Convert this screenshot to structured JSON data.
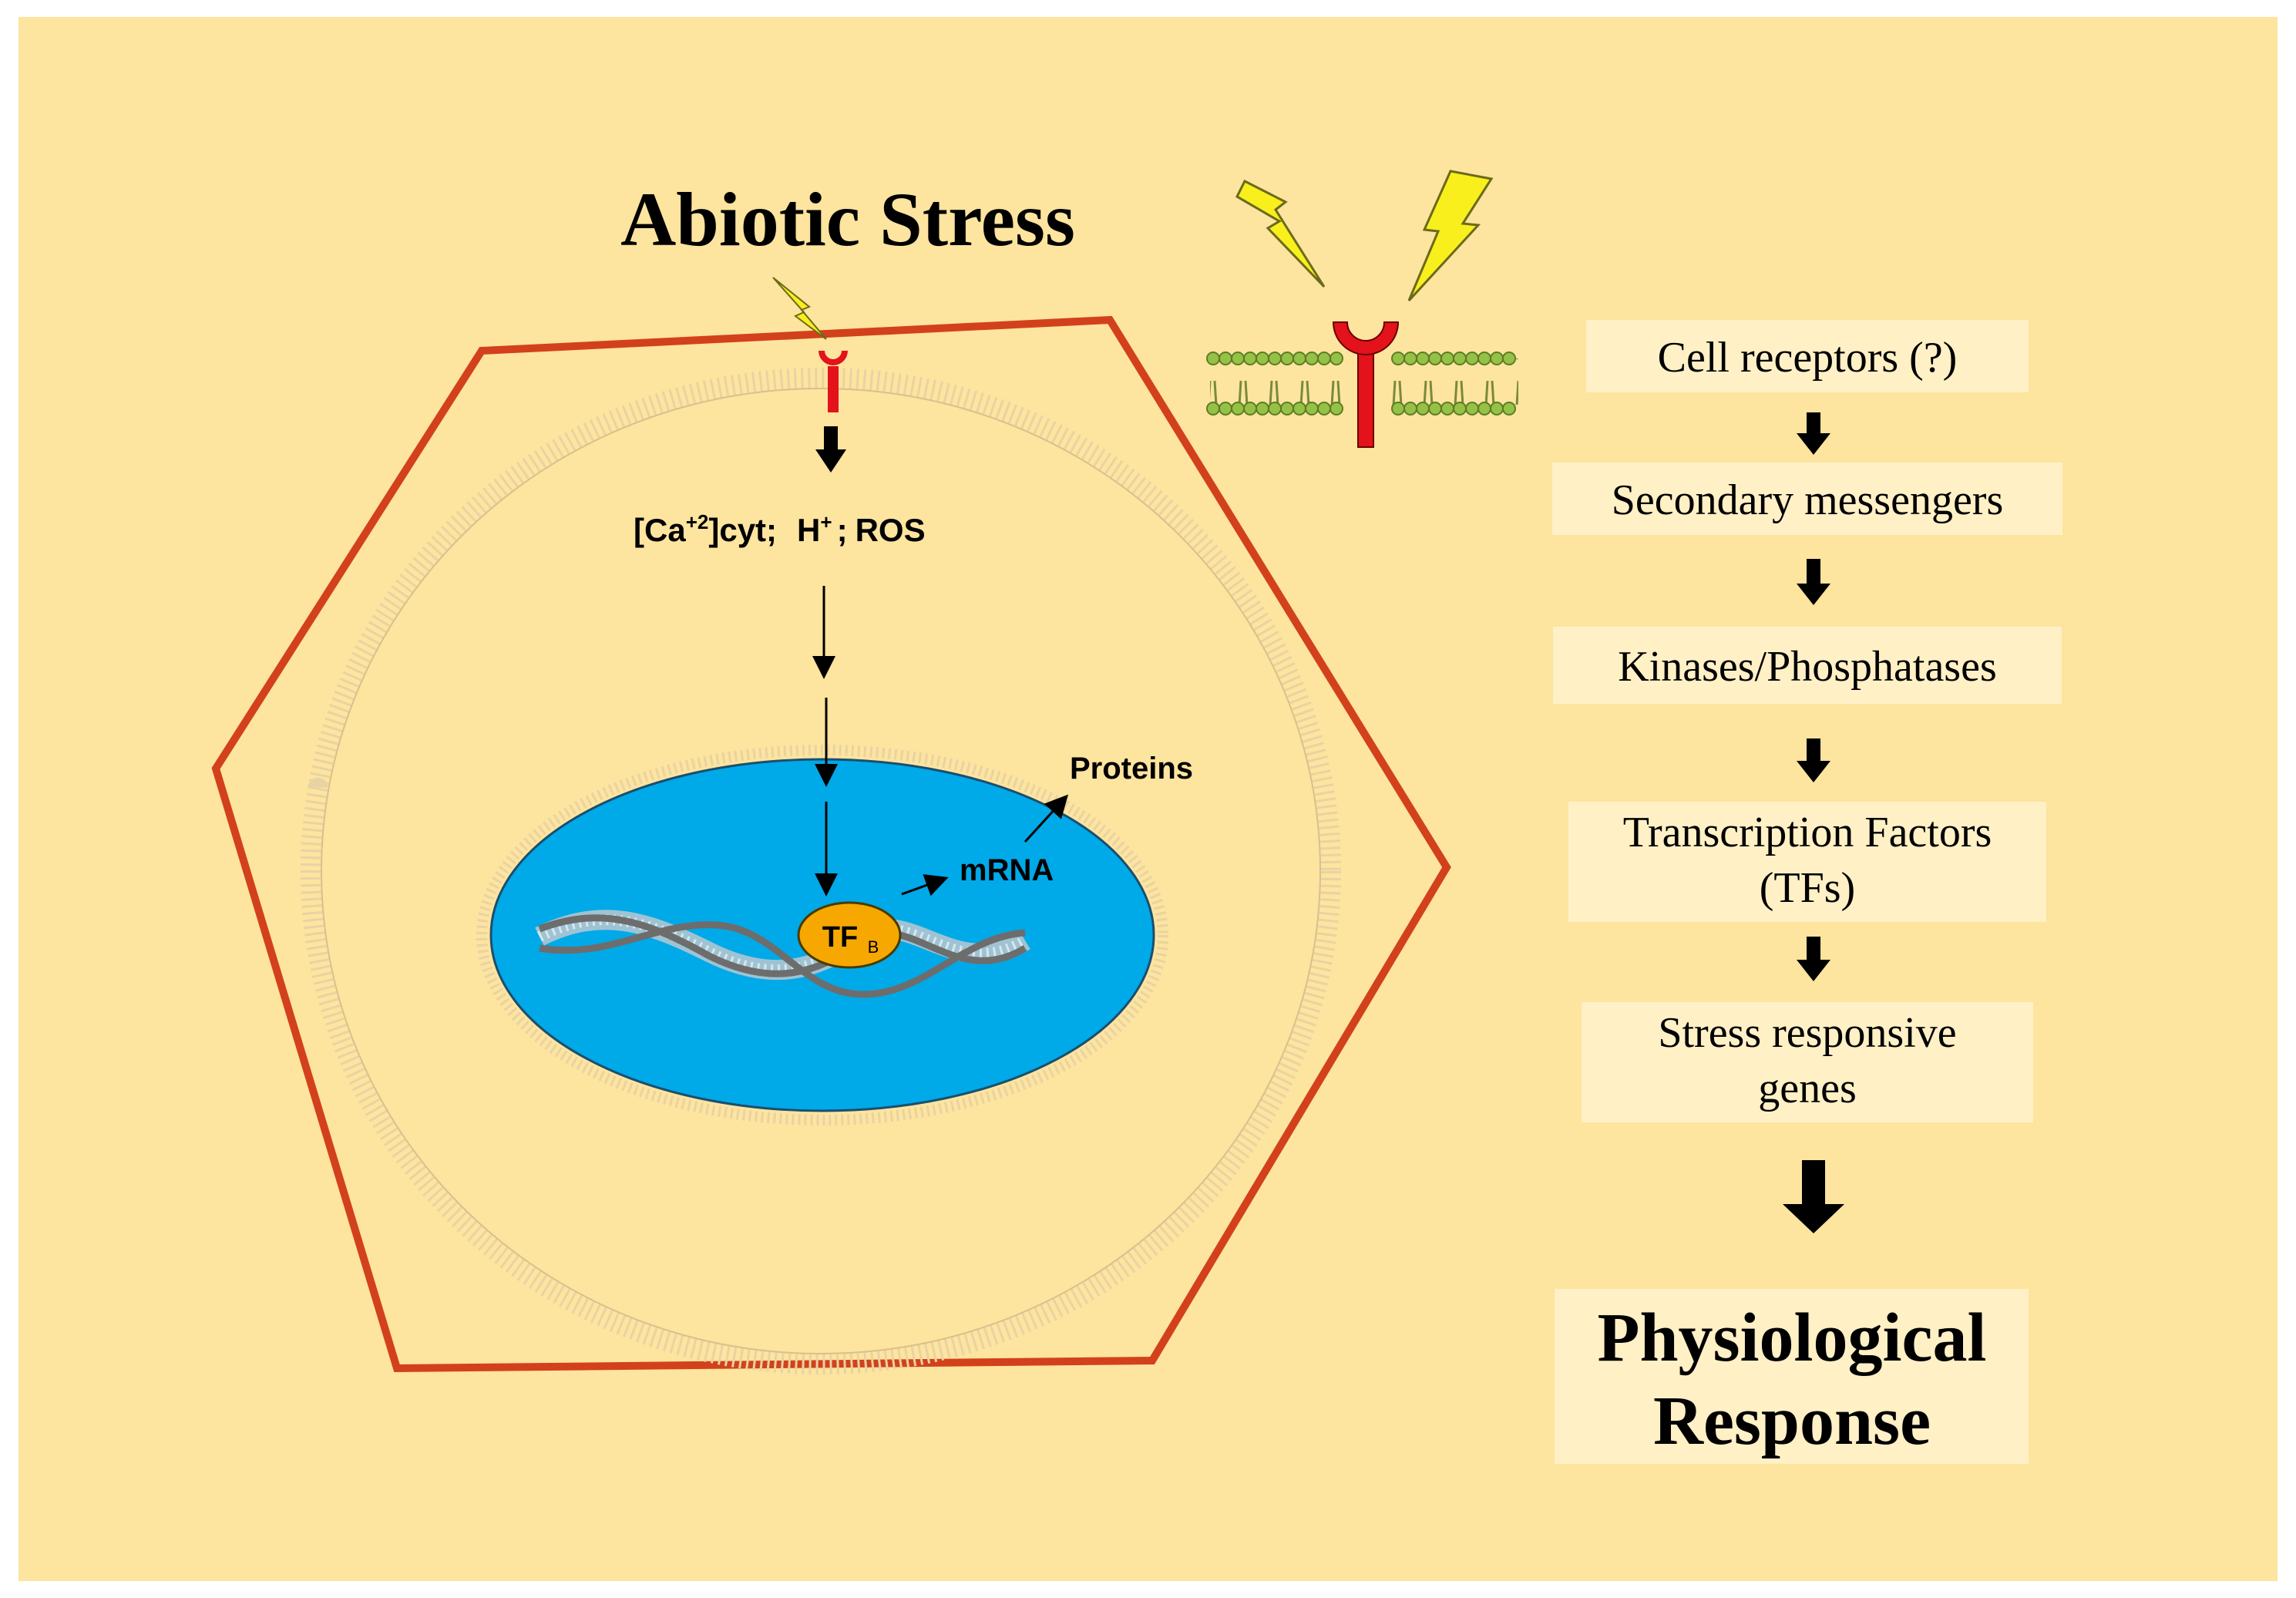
{
  "colors": {
    "panel_background": "#fde49f",
    "cell_wall": "#d2411c",
    "membrane": "#e9d3a3",
    "nucleus": "#00a9e8",
    "receptor": "#e3121b",
    "lightning": "#f8ef1d",
    "phospholipid": "#95c146",
    "tf_fill": "#f6a800",
    "flow_box": "#fff0c6",
    "text": "#000000"
  },
  "title": "Abiotic Stress",
  "cell": {
    "messengers": {
      "ca": "[Ca",
      "ca_sup": "+2",
      "cyt": "]cyt;",
      "h": "H",
      "h_sup": "+",
      "sep": ";",
      "ros": "ROS"
    },
    "tf": {
      "label": "TF",
      "sub": "B"
    },
    "mrna": "mRNA",
    "proteins": "Proteins"
  },
  "flow": {
    "steps": [
      {
        "lines": [
          "Cell receptors (?)"
        ]
      },
      {
        "lines": [
          "Secondary messengers"
        ]
      },
      {
        "lines": [
          "Kinases/Phosphatases"
        ]
      },
      {
        "lines": [
          "Transcription Factors",
          "(TFs)"
        ]
      },
      {
        "lines": [
          "Stress responsive",
          "genes"
        ]
      }
    ],
    "result": [
      "Physiological",
      "Response"
    ]
  },
  "icons": {
    "stress": "lightning-bolt-icon",
    "receptor": "membrane-receptor-icon",
    "arrow": "down-arrow-icon"
  }
}
